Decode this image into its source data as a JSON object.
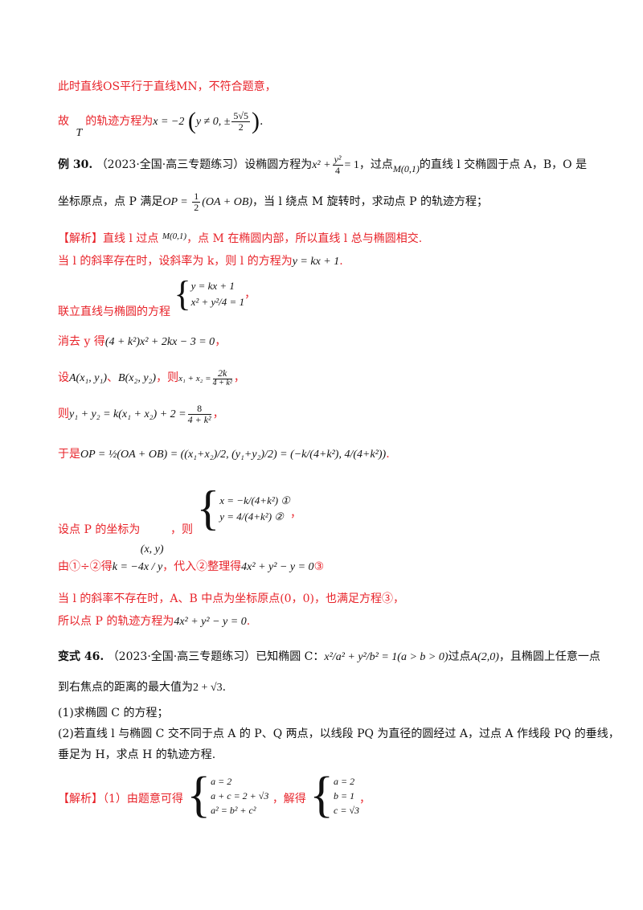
{
  "lines": {
    "l1": "此时直线OS平行于直线MN，不符合题意，",
    "l2_prefix": "故",
    "l2_T": "T",
    "l2_text": "的轨迹方程为",
    "l2_eq": "x = −2",
    "l2_cond": "y ≠ 0, ±",
    "l2_frac_num": "5√5",
    "l2_frac_den": "2",
    "ex30_label": "例 30.",
    "ex30_source": "（2023·全国·高三专题练习）设椭圆方程为",
    "ex30_eq_a": "x² +",
    "ex30_eq_num": "y²",
    "ex30_eq_den": "4",
    "ex30_eq_b": "= 1",
    "ex30_text2": "，过点",
    "ex30_point": "M(0,1)",
    "ex30_text3": "的直线 l 交椭圆于点 A，B，O 是",
    "ex30_line2a": "坐标原点，点 P 满足",
    "ex30_vec": "OP = ",
    "ex30_half_num": "1",
    "ex30_half_den": "2",
    "ex30_vec2": "(OA + OB)",
    "ex30_line2b": "，当 l 绕点 M 旋转时，求动点 P 的轨迹方程；",
    "sol1": "【解析】直线 l 过点",
    "sol1_pt": "M(0,1)",
    "sol1_b": "，点 M 在椭圆内部，所以直线 l 总与椭圆相交.",
    "sol2": "当 l 的斜率存在时，设斜率为 k，则 l 的方程为",
    "sol2_eq": "y = kx + 1",
    "sol2_end": ".",
    "sol3": "联立直线与椭圆的方程",
    "sys1_a": "y = kx + 1",
    "sys1_b": "x² + y²/4 = 1",
    "sol3_end": "，",
    "sol4": "消去 y 得",
    "sol4_eq": "(4 + k²)x² + 2kx − 3 = 0",
    "sol4_end": "，",
    "sol5": "设",
    "sol5_a": "A(x₁, y₁)",
    "sol5_sep": "、",
    "sol5_b": "B(x₂, y₂)",
    "sol5_c": "，则",
    "sol5_eq": "x₁ + x₂ =",
    "sol5_num": "2k",
    "sol5_den": "4 + k²",
    "sol5_end": "，",
    "sol6": "则",
    "sol6_eq": "y₁ + y₂ = k(x₁ + x₂) + 2 =",
    "sol6_num": "8",
    "sol6_den": "4 + k²",
    "sol6_end": "，",
    "sol7": "于是",
    "sol7_eq": "OP = ½(OA + OB) = ((x₁+x₂)/2, (y₁+y₂)/2) = (−k/(4+k²), 4/(4+k²))",
    "sol7_end": ".",
    "sol8": "设点 P 的坐标为",
    "sol8_xy": "(x, y)",
    "sol8_b": "，则",
    "sys2_a": "x = −k/(4+k²) ①",
    "sys2_b": "y = 4/(4+k²) ②",
    "sol8_end": "，",
    "sol9": "由①÷②得",
    "sol9_eq": "k = −4x / y",
    "sol9_b": "，代入②整理得",
    "sol9_eq2": "4x² + y² − y = 0",
    "sol9_c": "③",
    "sol10": "当 l 的斜率不存在时，A、B 中点为坐标原点(0，0)，也满足方程③，",
    "sol11": "所以点 P 的轨迹方程为",
    "sol11_eq": "4x² + y² − y = 0",
    "sol11_end": ".",
    "v46_label": "变式 46.",
    "v46_text": "（2023·全国·高三专题练习）已知椭圆 C：",
    "v46_eq": "x²/a² + y²/b² = 1(a > b > 0)",
    "v46_b": "过点",
    "v46_pt": "A(2,0)",
    "v46_c": "，且椭圆上任意一点",
    "v46_line2": "到右焦点的距离的最大值为",
    "v46_val": "2 + √3",
    "v46_line2_end": ".",
    "q1": "(1)求椭圆 C 的方程；",
    "q2": "(2)若直线 l 与椭圆 C 交不同于点 A 的 P、Q 两点，以线段 PQ 为直径的圆经过 A，过点 A 作线段 PQ 的垂线，",
    "q2b": "垂足为 H，求点 H 的轨迹方程.",
    "ans1": "【解析】（1）由题意可得",
    "sys3_a": "a = 2",
    "sys3_b": "a + c = 2 + √3",
    "sys3_c": "a² = b² + c²",
    "ans1_b": "，解得",
    "sys4_a": "a = 2",
    "sys4_b": "b = 1",
    "sys4_c": "c = √3",
    "ans1_end": "，"
  }
}
